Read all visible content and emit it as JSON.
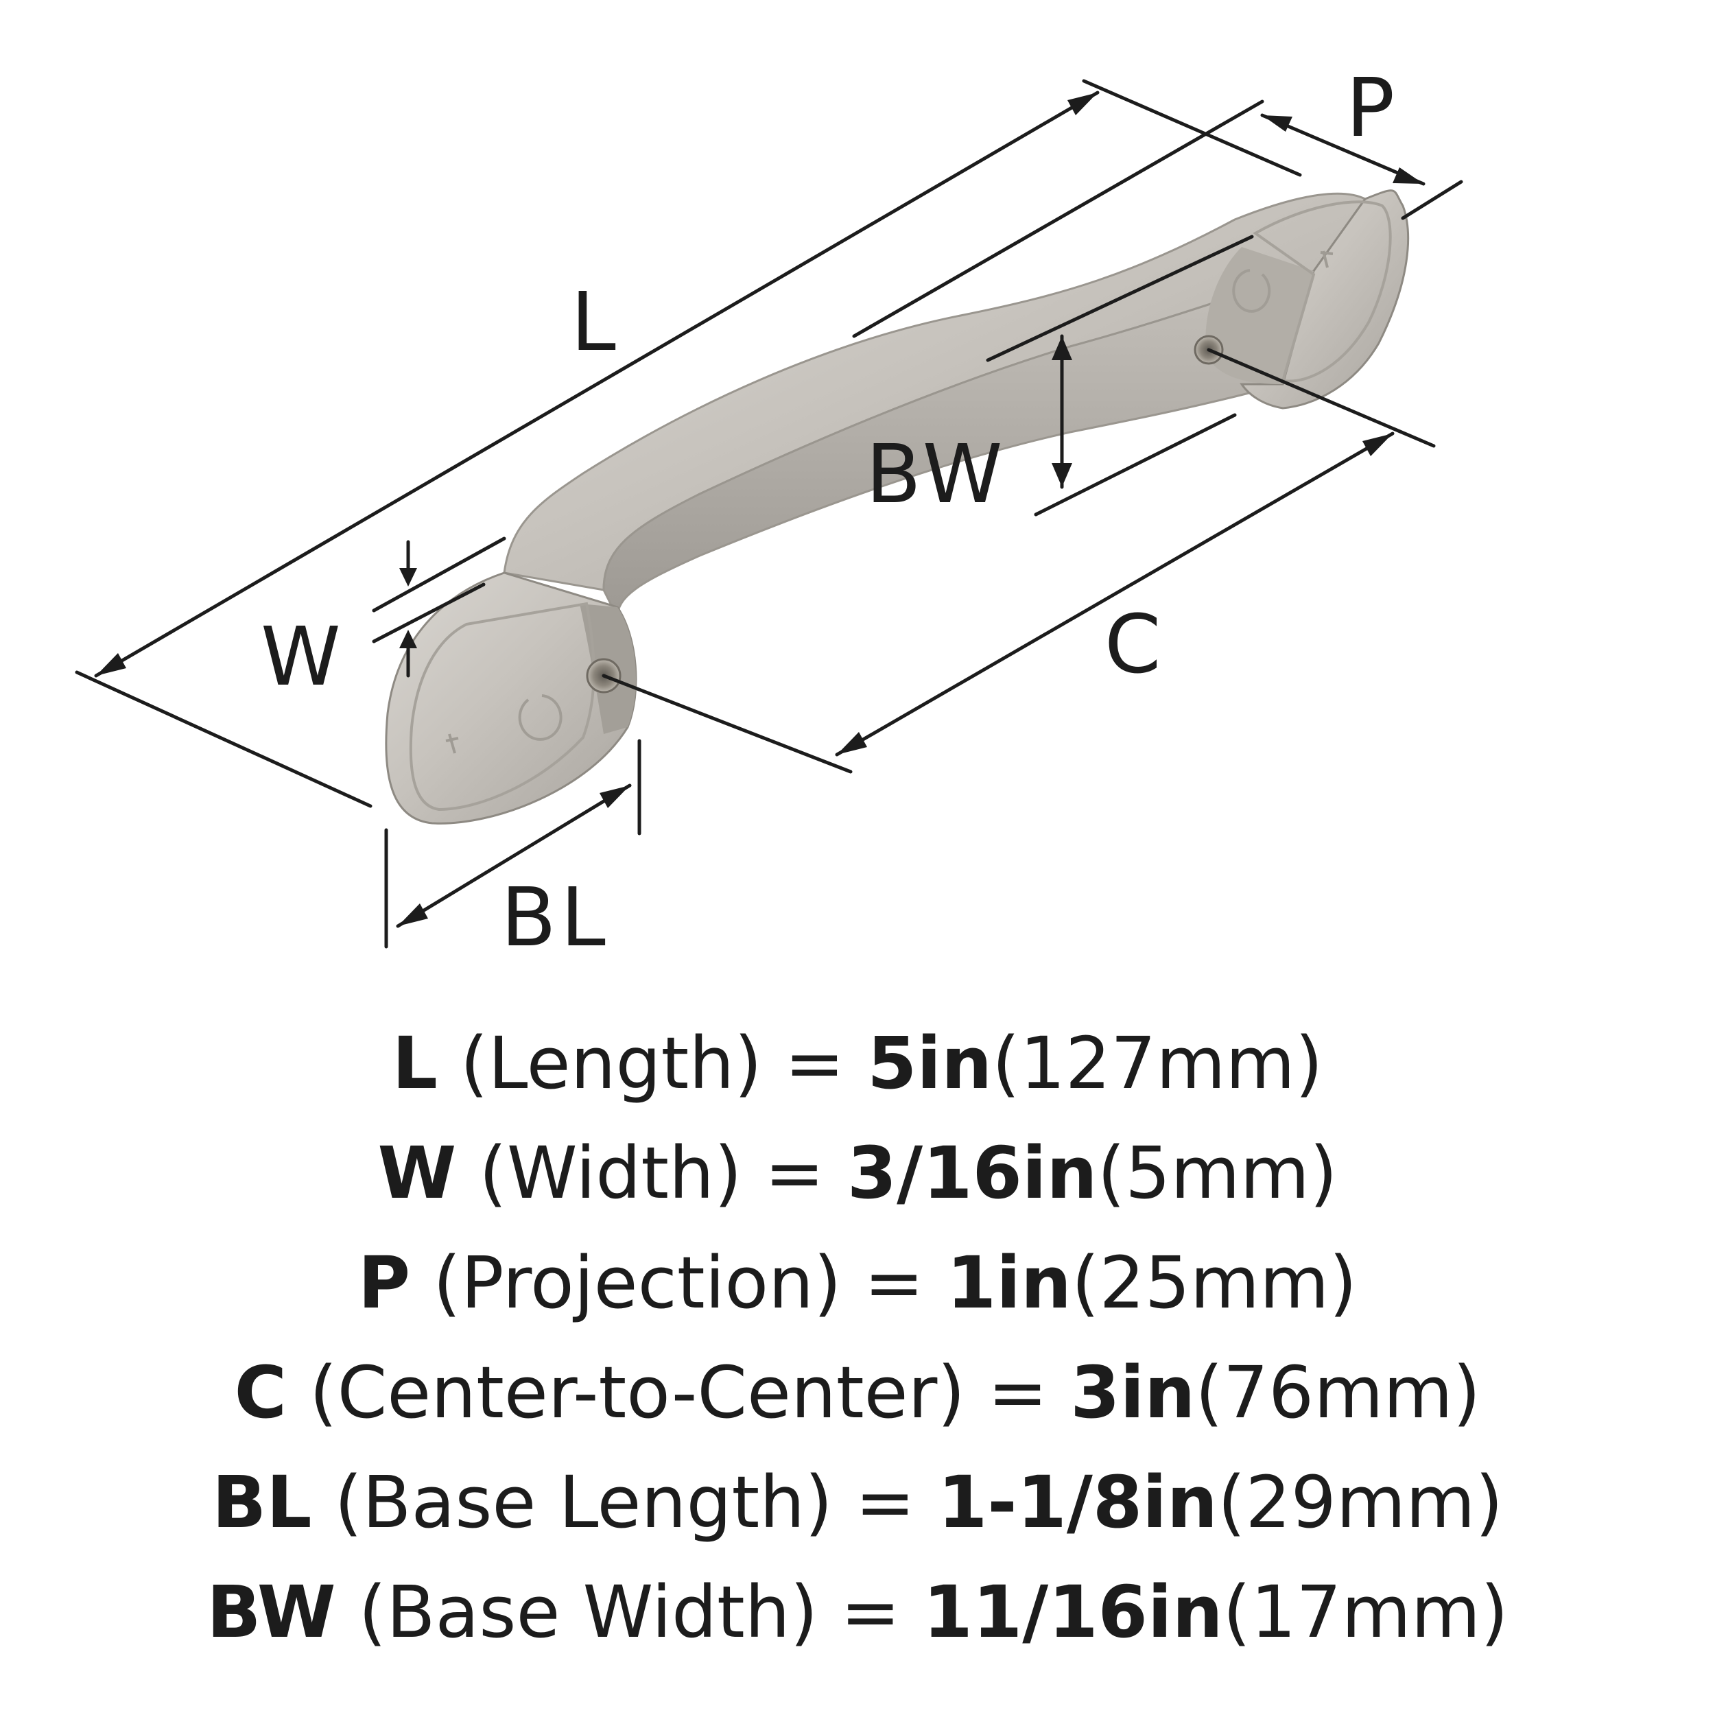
{
  "diagram": {
    "labels": {
      "L": "L",
      "P": "P",
      "W": "W",
      "BW": "BW",
      "C": "C",
      "BL": "BL"
    }
  },
  "specs": [
    {
      "code": "L",
      "name": " (Length) = ",
      "imperial": "5in",
      "metric": "(127mm)"
    },
    {
      "code": "W",
      "name": " (Width) = ",
      "imperial": "3/16in",
      "metric": "(5mm)"
    },
    {
      "code": "P",
      "name": " (Projection) = ",
      "imperial": "1in",
      "metric": "(25mm)"
    },
    {
      "code": "C",
      "name": " (Center-to-Center) = ",
      "imperial": "3in",
      "metric": "(76mm)"
    },
    {
      "code": "BL",
      "name": " (Base Length) = ",
      "imperial": "1-1/8in",
      "metric": "(29mm)"
    },
    {
      "code": "BW",
      "name": " (Base Width) = ",
      "imperial": "11/16in",
      "metric": "(17mm)"
    }
  ]
}
